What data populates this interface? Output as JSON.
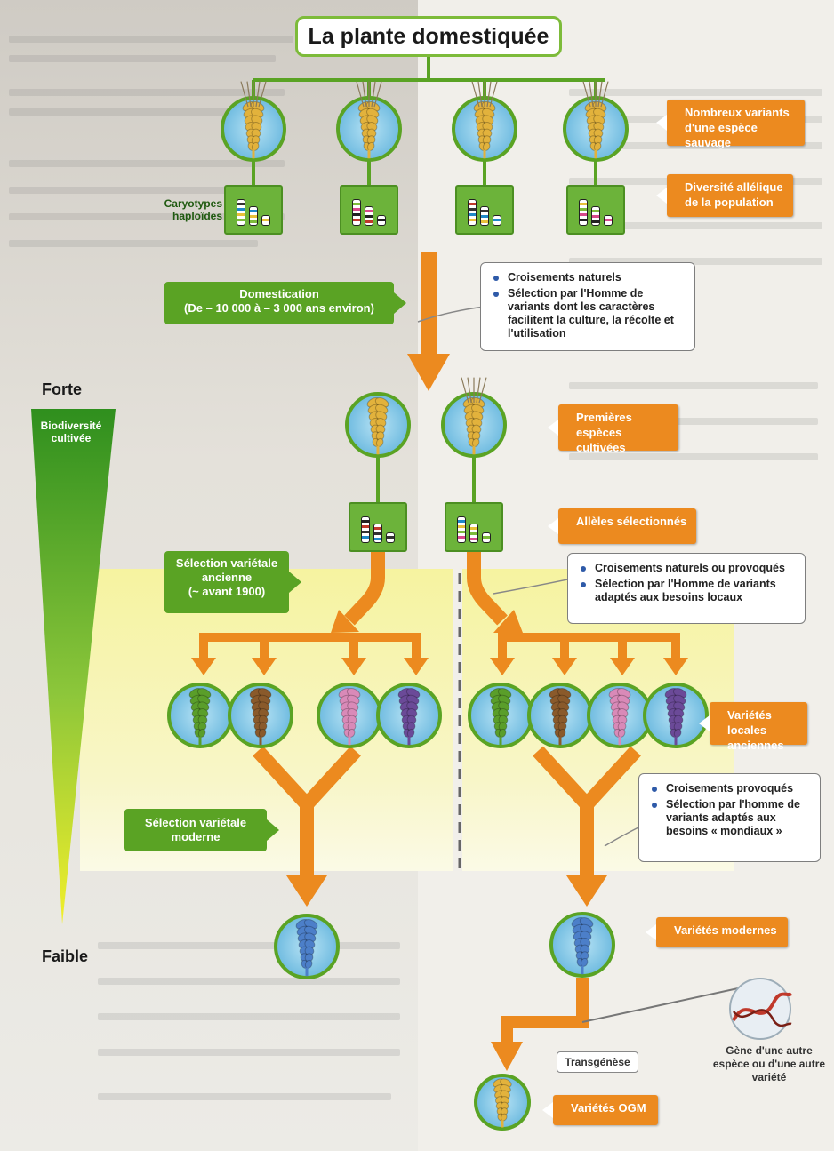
{
  "title": "La plante domestiquée",
  "labels": {
    "karyotypes": "Caryotypes haploïdes",
    "forte": "Forte",
    "faible": "Faible",
    "biodiversity": "Biodiversité cultivée",
    "transgenese": "Transgénèse",
    "gene_source": "Gène d'une autre espèce ou d'une autre variété"
  },
  "orange_labels": [
    "Nombreux variants d'une espèce sauvage",
    "Diversité allélique de la population",
    "Premières espèces cultivées",
    "Allèles sélectionnés",
    "Variétés locales anciennes",
    "Variétés modernes",
    "Variétés OGM"
  ],
  "green_labels": {
    "domestication_title": "Domestication",
    "domestication_period": "(De – 10 000 à – 3 000 ans environ)",
    "ancienne_title": "Sélection variétale ancienne",
    "ancienne_period": "(~ avant 1900)",
    "moderne_title": "Sélection variétale moderne"
  },
  "info_boxes": [
    {
      "items": [
        "Croisements naturels",
        "Sélection par l'Homme de variants dont les caractères facilitent la culture, la récolte et l'utilisation"
      ]
    },
    {
      "items": [
        "Croisements naturels ou provoqués",
        "Sélection par l'Homme de variants adaptés aux besoins locaux"
      ]
    },
    {
      "items": [
        "Croisements provoqués",
        "Sélection par l'homme de variants adaptés aux besoins « mondiaux »"
      ]
    }
  ],
  "colors": {
    "orange": "#ec8a1f",
    "green": "#5aa324",
    "wheat": "#e2b23c",
    "circle_fill": "#7fc6e6",
    "circle_border": "#5aa324",
    "variety_green": "#5a9e2a",
    "variety_brown": "#8a5a2b",
    "variety_pink": "#d98ab8",
    "variety_purple": "#6b4a98",
    "variety_blue": "#4c7fc9"
  }
}
